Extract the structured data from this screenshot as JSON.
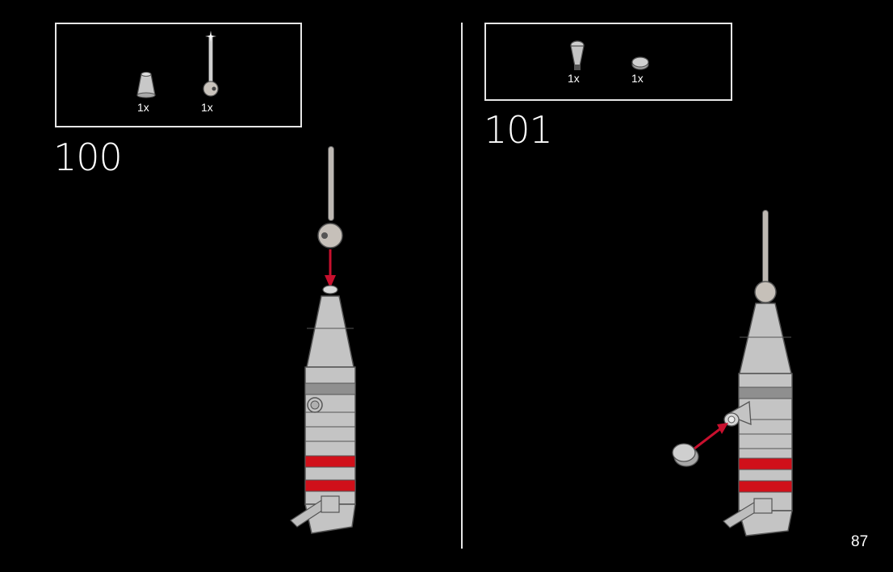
{
  "steps": [
    {
      "number": "100",
      "parts": [
        {
          "icon": "nose-cone-slope-part-icon",
          "qty": "1x"
        },
        {
          "icon": "antenna-ball-joint-part-icon",
          "qty": "1x"
        }
      ]
    },
    {
      "number": "101",
      "parts": [
        {
          "icon": "cone-part-icon",
          "qty": "1x"
        },
        {
          "icon": "round-tile-part-icon",
          "qty": "1x"
        }
      ]
    }
  ],
  "page": {
    "number": "87"
  },
  "colors": {
    "background": "#000000",
    "part_gray": "#c4c4c4",
    "accent_red": "#d0101a",
    "frame": "#e6e6e6"
  }
}
